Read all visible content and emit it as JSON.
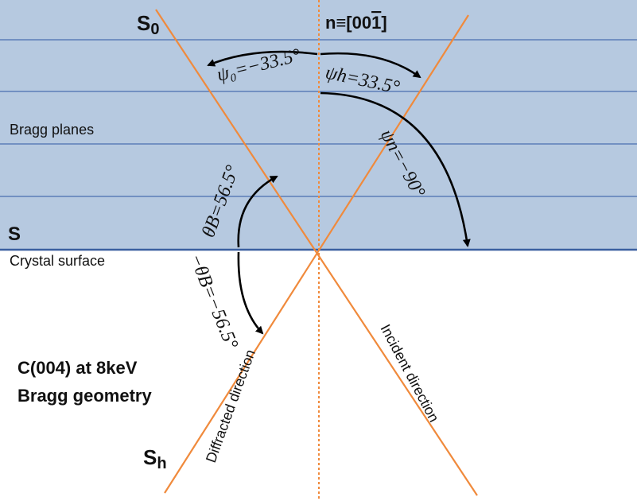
{
  "colors": {
    "crystal_fill": "#b6c9e0",
    "plane_line": "#4a6fb0",
    "surface_line": "#3a5fa0",
    "beam": "#f08a3c",
    "normal": "#f08a3c",
    "arrow": "#000000",
    "text": "#111111"
  },
  "labels": {
    "s0": "S",
    "s0_sub": "0",
    "normal": "n≡[00",
    "normal_bar": "1",
    "normal_close": "]",
    "psi0": "ψ₀=−33.5°",
    "psih": "ψh=33.5°",
    "psih_perp": "ψn=−90°",
    "bragg_planes": "Bragg planes",
    "theta_b": "θB=56.5°",
    "s": "S",
    "crystal_surface": "Crystal surface",
    "neg_theta_b": "−θB=−56.5°",
    "diffracted": "Diffracted direction",
    "incident": "Incident direction",
    "reflection": "C(004) at 8keV",
    "geometry": "Bragg geometry",
    "sh": "S",
    "sh_sub": "h"
  }
}
